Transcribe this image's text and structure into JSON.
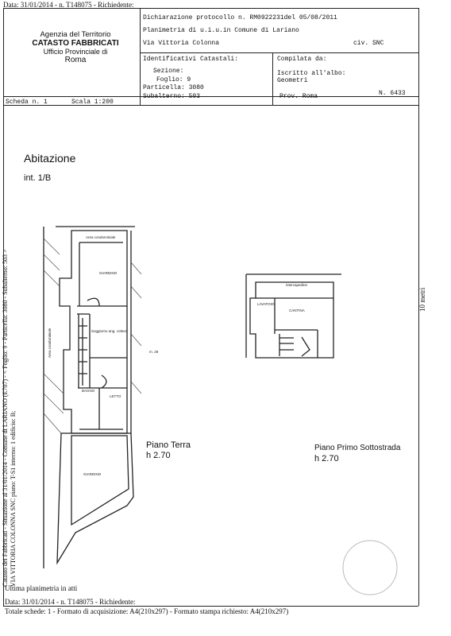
{
  "top_line": "Data: 31/01/2014 - n. T148075 - Richiedente:",
  "agency": {
    "line1": "Agenzia del Territorio",
    "line2": "CATASTO FABBRICATI",
    "line3": "Ufficio Provinciale di",
    "line4": "Roma"
  },
  "header": {
    "protocol": "Dichiarazione protocollo n. RM0922231del 05/08/2011",
    "planimetria": "Planimetria di u.i.u.in Comune di Lariano",
    "address": "Via Vittoria Colonna",
    "civ": "civ. SNC",
    "identificativi_label": "Identificativi Catastali:",
    "sezione": "Sezione:",
    "foglio": "Foglio: 9",
    "particella": "Particella: 3080",
    "subalterno": "Subalterno: 503",
    "compilata_label": "Compilata da:",
    "iscritto": "Iscritto all'albo:",
    "geometri": "Geometri",
    "prov": "Prov. Roma",
    "numero": "N. 6433"
  },
  "scheda": "Scheda n. 1",
  "scala": "Scala 1:200",
  "plan": {
    "title": "Abitazione",
    "int": "int. 1/B",
    "piano_terra": "Piano Terra",
    "h_terra": "h 2.70",
    "piano_primo": "Piano Primo Sottostrada",
    "h_primo": "h 2.70",
    "rooms": {
      "area_condominiale": "Area condominiale",
      "giardino1": "GIARDINO",
      "soggiorno": "Soggiorno ang. cottura",
      "bagno": "BAGNO",
      "letto": "LETTO",
      "giardino2": "GIARDINO",
      "area_condominiale_v": "Area condominiale",
      "h_ext": "m. 28",
      "intercapedine": "intercapedine",
      "lavatoio": "LAVATOIO",
      "cantina": "CANTINA"
    }
  },
  "side_scale": "10 metri",
  "left_vertical_1": "Catasto dei Fabbricati - Situazione al 31/01/2014 - Comune di LARIANO (E707) - < Foglio: 9 - Particella: 3080 - Subalterno: 503 >",
  "left_vertical_2": "VIA VITTORIA COLONNA SNC piano: T-S1 interno: 1 edificio: B;",
  "ultima": "Ultima planimetria in atti",
  "footer": {
    "line1": "Data: 31/01/2014 - n. T148075 - Richiedente:",
    "line2": "Totale schede: 1 - Formato di acquisizione: A4(210x297) - Formato stampa richiesto: A4(210x297)"
  }
}
